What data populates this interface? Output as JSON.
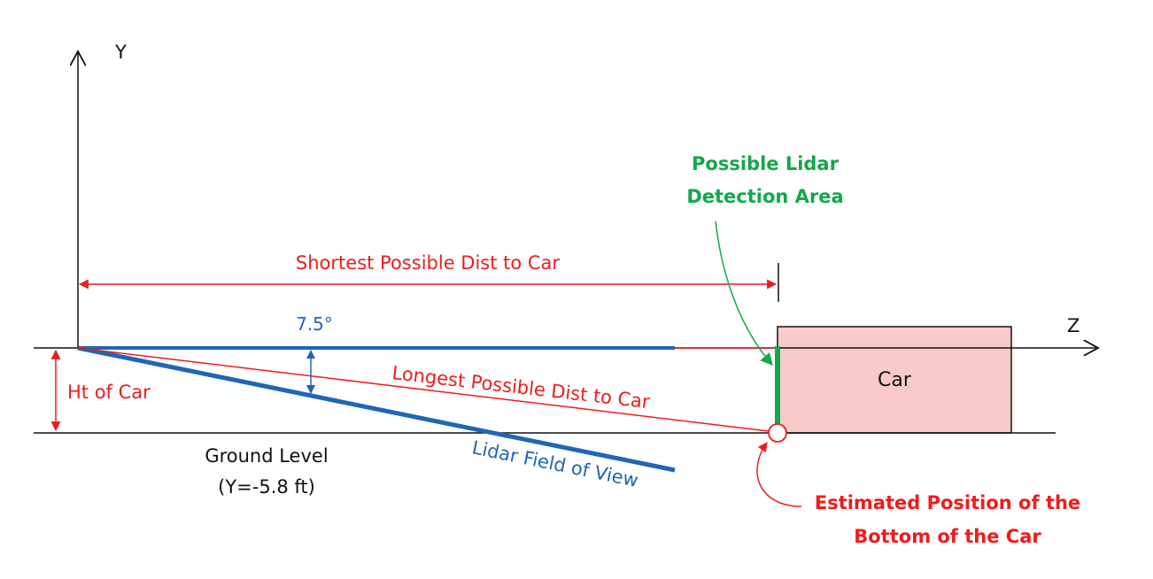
{
  "axes": {
    "y_label": "Y",
    "z_label": "Z"
  },
  "labels": {
    "shortest_dist": "Shortest Possible Dist to Car",
    "longest_dist": "Longest Possible Dist to Car",
    "angle": "7.5°",
    "ht_of_car": "Ht of Car",
    "ground_level": "Ground Level",
    "ground_level_value": "(Y=-5.8 ft)",
    "fov": "Lidar Field of View",
    "car": "Car",
    "detection_area_line1": "Possible Lidar",
    "detection_area_line2": "Detection Area",
    "estimated_pos_line1": "Estimated Position of the",
    "estimated_pos_line2": "Bottom of the Car"
  },
  "colors": {
    "red": "#ee1c1c",
    "blue": "#1f66b5",
    "green": "#12a84a",
    "car_fill": "#f9caca",
    "black": "#111111"
  }
}
